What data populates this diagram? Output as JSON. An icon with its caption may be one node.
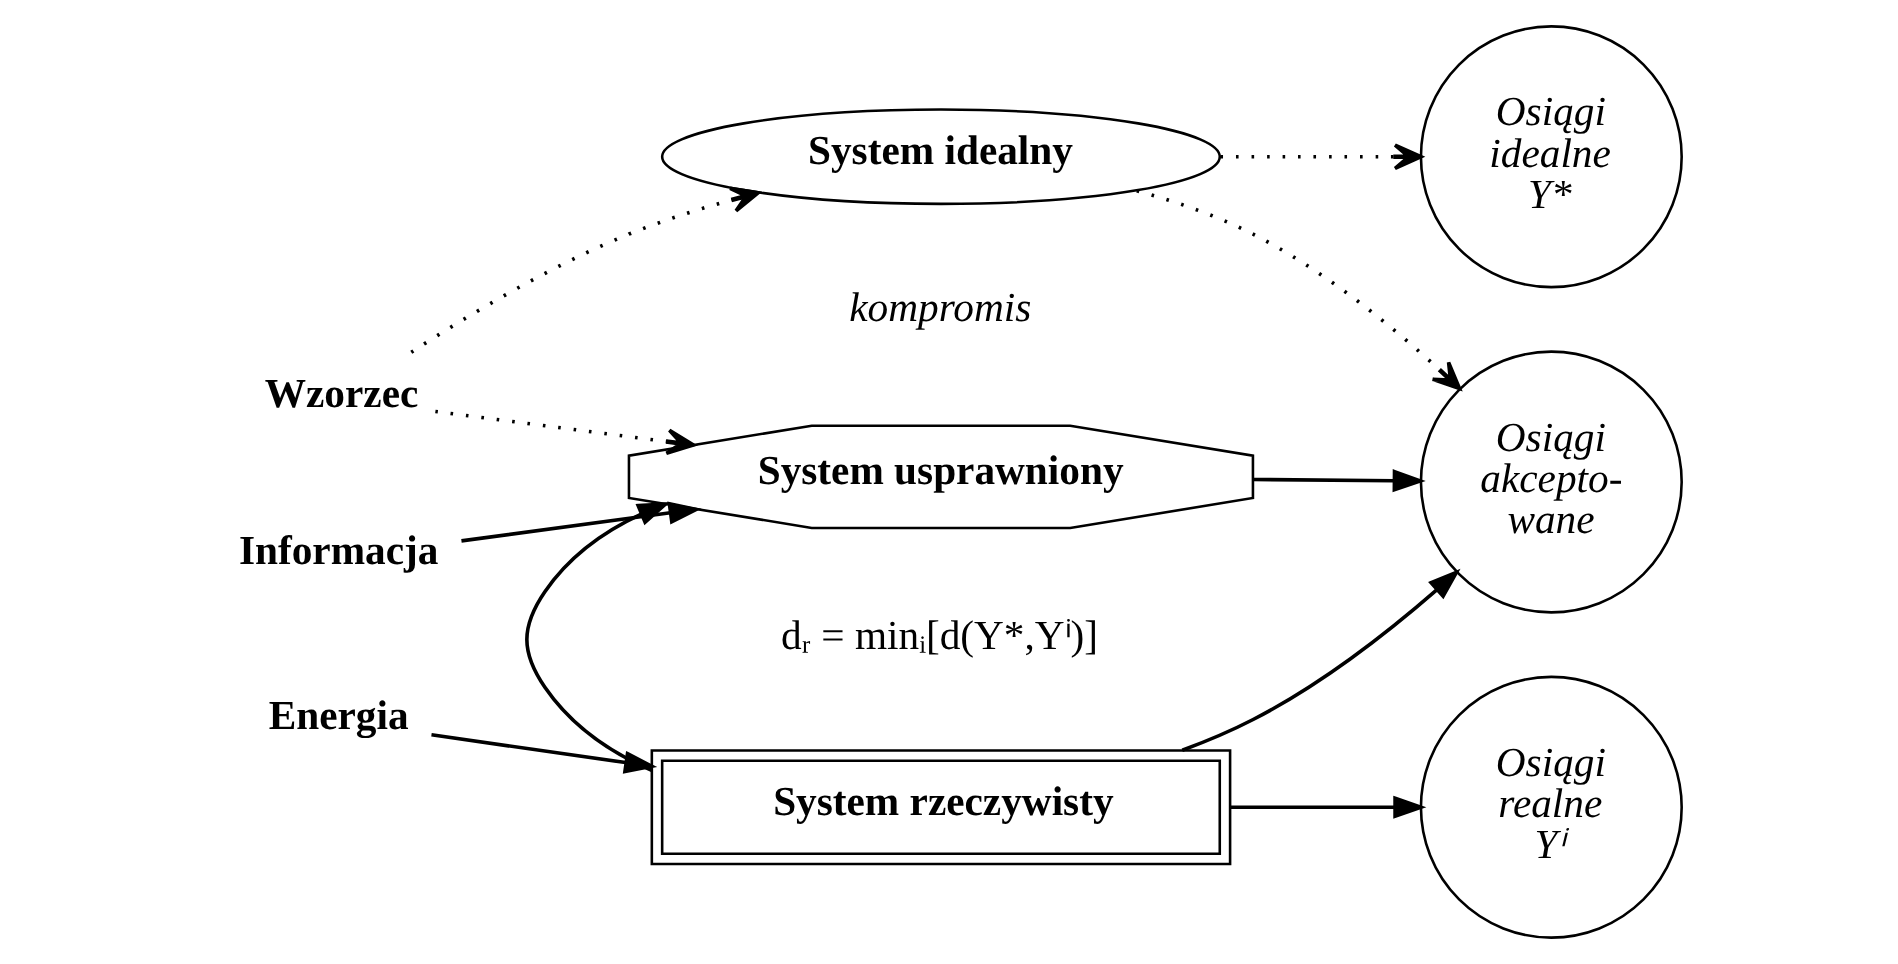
{
  "diagram": {
    "nodes": [
      {
        "text": [
          "Wzorzec"
        ]
      },
      {
        "text": [
          "System idealny"
        ]
      },
      {
        "text": [
          "Osiągi idealne",
          "Y*"
        ]
      },
      {
        "text": [
          "Informacja"
        ]
      },
      {
        "text": [
          "System usprawniony"
        ]
      },
      {
        "text": [
          "Osiągi akcepto- wane"
        ]
      },
      {
        "text": [
          "Energia"
        ]
      },
      {
        "text": [
          "System rzeczywisty"
        ]
      },
      {
        "text": [
          "Osiągi realne",
          "Yⁱ"
        ]
      }
    ],
    "edges": [
      {
        "from": 0,
        "to": 1,
        "arrow": "to",
        "style": "dashed"
      },
      {
        "from": 0,
        "to": 4,
        "arrow": "to",
        "style": "dashed"
      },
      {
        "from": 3,
        "to": 4,
        "arrow": "to"
      },
      {
        "from": 7,
        "to": 4,
        "arrow": "to"
      },
      {
        "from": 6,
        "to": 7,
        "arrow": "to"
      },
      {
        "from": 1,
        "to": 2,
        "arrow": "to",
        "style": "dashed"
      },
      {
        "from": 1,
        "to": 5,
        "arrow": "to",
        "style": "dashed"
      },
      {
        "from": 4,
        "to": 5,
        "arrow": "to"
      },
      {
        "from": 7,
        "to": 8,
        "arrow": "to"
      },
      {
        "from": 7,
        "to": 5,
        "arrow": "to"
      }
    ],
    "labels": [
      "kompromis",
      "dᵣ = minᵢ[d(Y*,Yⁱ)]"
    ]
  }
}
